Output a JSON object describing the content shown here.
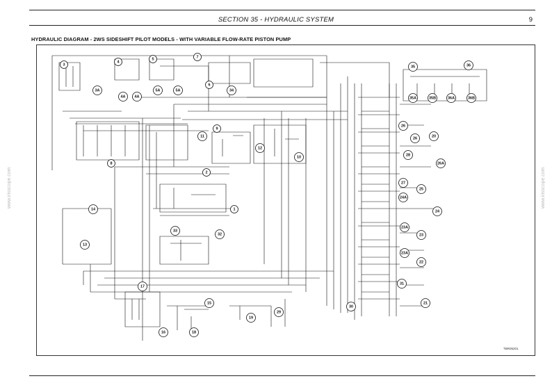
{
  "header": {
    "section_title": "SECTION 35 - HYDRAULIC SYSTEM",
    "page_number": "9"
  },
  "diagram": {
    "title": "HYDRAULIC DIAGRAM - 2WS SIDESHIFT PILOT MODELS - WITH VARIABLE FLOW-RATE PISTON PUMP",
    "drawing_code": "TBR05201",
    "watermark": "www.irisscope.com",
    "callouts": [
      "1",
      "2",
      "3",
      "3A",
      "4",
      "4A",
      "4A",
      "5",
      "5A",
      "5A",
      "6",
      "7",
      "8",
      "9",
      "10",
      "11",
      "12",
      "13",
      "14",
      "15",
      "16",
      "17",
      "18",
      "19",
      "20",
      "21",
      "22",
      "23",
      "23A",
      "23A",
      "24",
      "24A",
      "25",
      "26",
      "26",
      "26A",
      "27",
      "28",
      "29",
      "30",
      "31",
      "32",
      "33",
      "34",
      "35",
      "35A",
      "35B",
      "36",
      "36A",
      "36B"
    ],
    "line_color": "#111111"
  }
}
